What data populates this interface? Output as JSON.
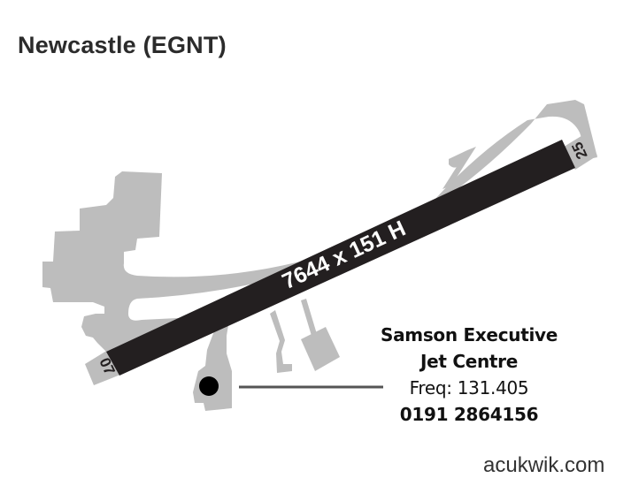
{
  "header": {
    "title": "Newcastle (EGNT)"
  },
  "runway": {
    "dimensions_label": "7644 x 151 H",
    "end_west": "07",
    "end_east": "25"
  },
  "fbo": {
    "name_line1": "Samson Executive",
    "name_line2": "Jet Centre",
    "frequency": "Freq: 131.405",
    "phone": "0191 2864156",
    "marker_icon": "location-dot-icon"
  },
  "footer": {
    "watermark": "acukwik.com"
  },
  "colors": {
    "runway": "#231f20",
    "taxiway_apron": "#bdbdbd",
    "leader_line": "#555555",
    "text": "#111111"
  }
}
